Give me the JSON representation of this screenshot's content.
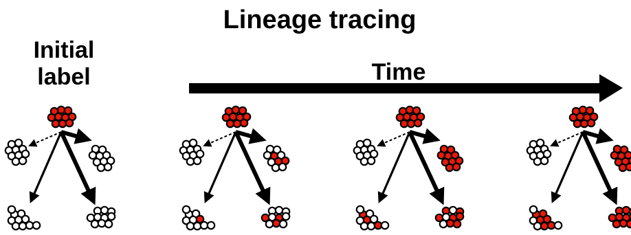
{
  "title": "Lineage tracing",
  "initial_label_line1": "Initial",
  "initial_label_line2": "label",
  "time_label": "Time",
  "colors": {
    "labeled": "#e8190a",
    "unlabeled": "#ffffff",
    "outline": "#000000"
  },
  "panels": [
    {
      "name": "initial-label",
      "top": [
        1,
        1,
        1,
        1,
        1,
        1,
        1,
        1,
        1,
        1
      ],
      "left": [
        0,
        0,
        0,
        0,
        0,
        0,
        0,
        0,
        0,
        0
      ],
      "right": [
        0,
        0,
        0,
        0,
        0,
        0,
        0,
        0,
        0,
        0
      ],
      "bottom_left": [
        0,
        0,
        0,
        0,
        0,
        0,
        0,
        0,
        0,
        0
      ],
      "bottom_right": [
        0,
        0,
        0,
        0,
        0,
        0,
        0,
        0,
        0,
        0
      ]
    },
    {
      "name": "time-1",
      "top": [
        1,
        1,
        1,
        1,
        1,
        1,
        1,
        1,
        1,
        1
      ],
      "left": [
        0,
        0,
        0,
        0,
        0,
        0,
        0,
        0,
        0,
        0
      ],
      "right": [
        0,
        0,
        0,
        1,
        0,
        0,
        1,
        1,
        0,
        0
      ],
      "bottom_left": [
        0,
        0,
        0,
        0,
        1,
        0,
        0,
        0,
        0,
        0
      ],
      "bottom_right": [
        0,
        0,
        0,
        1,
        0,
        1,
        0,
        0,
        1,
        0
      ]
    },
    {
      "name": "time-2",
      "top": [
        1,
        1,
        1,
        1,
        1,
        1,
        1,
        1,
        1,
        1
      ],
      "left": [
        0,
        0,
        0,
        0,
        0,
        0,
        0,
        0,
        0,
        0
      ],
      "right": [
        1,
        1,
        1,
        1,
        1,
        1,
        1,
        1,
        1,
        1
      ],
      "bottom_left": [
        1,
        0,
        0,
        1,
        0,
        0,
        0,
        1,
        0,
        0
      ],
      "bottom_right": [
        1,
        0,
        1,
        1,
        0,
        1,
        1,
        0,
        1,
        1
      ]
    },
    {
      "name": "time-3",
      "top": [
        1,
        1,
        1,
        1,
        1,
        1,
        1,
        1,
        1,
        1
      ],
      "left": [
        0,
        0,
        0,
        0,
        0,
        0,
        0,
        0,
        0,
        0
      ],
      "right": [
        1,
        1,
        1,
        1,
        1,
        1,
        1,
        1,
        1,
        1
      ],
      "bottom_left": [
        1,
        1,
        0,
        1,
        1,
        0,
        1,
        1,
        0,
        0
      ],
      "bottom_right": [
        1,
        1,
        1,
        1,
        1,
        1,
        1,
        1,
        1,
        1
      ]
    }
  ]
}
